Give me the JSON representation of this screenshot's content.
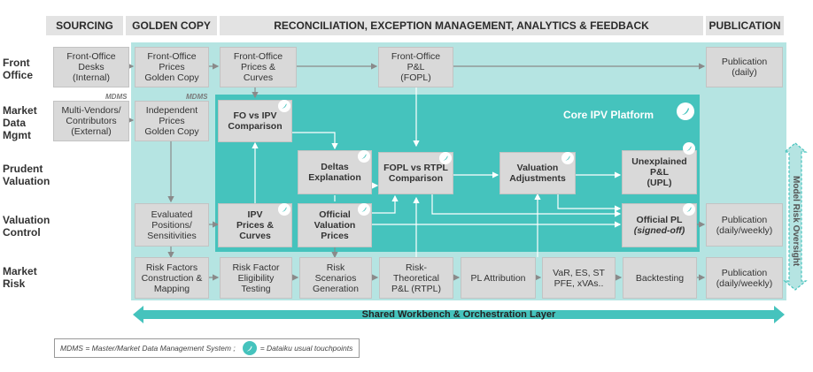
{
  "headers": {
    "sourcing": "SOURCING",
    "golden_copy": "GOLDEN COPY",
    "reconciliation": "RECONCILIATION, EXCEPTION MANAGEMENT, ANALYTICS & FEEDBACK",
    "publication": "PUBLICATION"
  },
  "rows": {
    "front_office": "Front\nOffice",
    "market_data": "Market\nData\nMgmt",
    "prudent_valuation": "Prudent\nValuation",
    "valuation_control": "Valuation\nControl",
    "market_risk": "Market\nRisk"
  },
  "boxes": {
    "fo_desks": "Front-Office\nDesks\n(Internal)",
    "fo_prices_gc": "Front-Office\nPrices\nGolden Copy",
    "fo_prices_curves": "Front-Office\nPrices &\nCurves",
    "fopl": "Front-Office\nP&L\n(FOPL)",
    "pub_daily": "Publication\n(daily)",
    "multi_vendors": "Multi-Vendors/\nContributors\n(External)",
    "indep_prices_gc": "Independent\nPrices\nGolden Copy",
    "fo_vs_ipv": "FO vs IPV\nComparison",
    "deltas": "Deltas\nExplanation",
    "fopl_vs_rtpl": "FOPL vs RTPL\nComparison",
    "val_adj": "Valuation\nAdjustments",
    "upl": "Unexplained\nP&L\n(UPL)",
    "eval_positions": "Evaluated\nPositions/\nSensitivities",
    "ipv_prices": "IPV\nPrices &\nCurves",
    "official_val_prices": "Official\nValuation\nPrices",
    "official_pl_1": "Official PL",
    "official_pl_2": "(signed-off)",
    "pub_daily_weekly_1": "Publication\n(daily/weekly)",
    "risk_factors": "Risk Factors\nConstruction &\nMapping",
    "rf_eligibility": "Risk Factor\nEligibility\nTesting",
    "risk_scenarios": "Risk\nScenarios\nGeneration",
    "rtpl": "Risk-\nTheoretical\nP&L (RTPL)",
    "pl_attribution": "PL Attribution",
    "var_es": "VaR, ES, ST\nPFE, xVAs..",
    "backtesting": "Backtesting",
    "pub_daily_weekly_2": "Publication\n(daily/weekly)"
  },
  "labels": {
    "mdms_1": "MDMS",
    "mdms_2": "MDMS",
    "core_platform": "Core IPV Platform",
    "shared_layer": "Shared Workbench & Orchestration Layer",
    "model_risk": "Model Risk Oversight",
    "legend_mdms": "MDMS = Master/Market Data Management System   ;",
    "legend_dataiku": "= Dataiku usual touchpoints"
  },
  "icons": {
    "touchpoint": "dataiku-bird-icon"
  },
  "colors": {
    "teal_dark": "#45c3bd",
    "teal_light": "#b5e4e2",
    "box_gray": "#d9d9d9",
    "arrow_gray": "#8a8a8a"
  }
}
